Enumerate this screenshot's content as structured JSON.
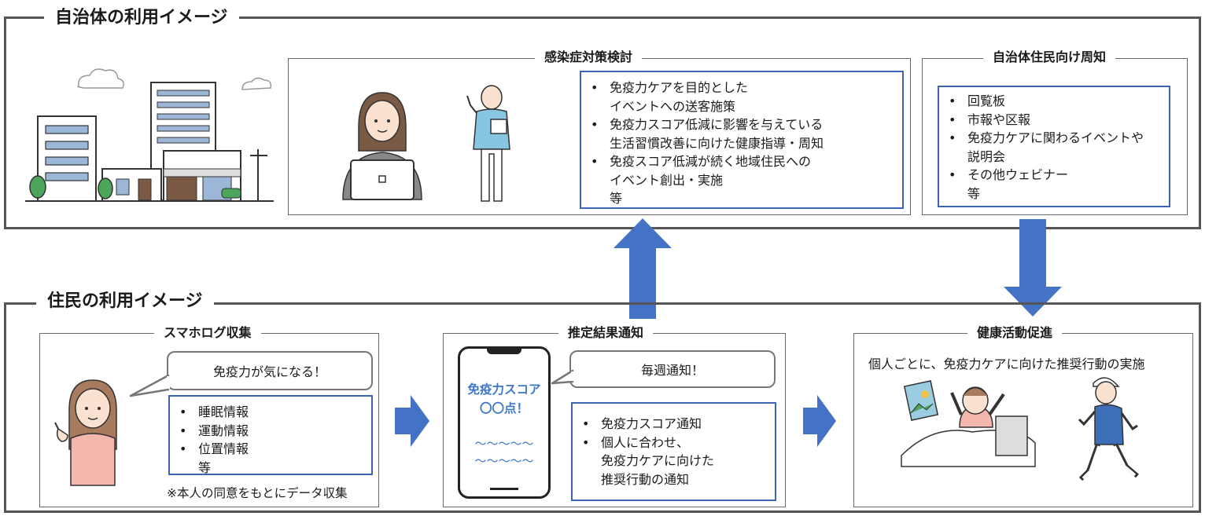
{
  "top_section": {
    "title": "自治体の利用イメージ",
    "countermeasures": {
      "title": "感染症対策検討",
      "items": [
        "免疫力ケアを目的とした\nイベントへの送客施策",
        "免疫力スコア低減に影響を与えている\n生活習慣改善に向けた健康指導・周知",
        "免疫スコア低減が続く地域住民への\nイベント創出・実施"
      ],
      "tail": "等"
    },
    "notice": {
      "title": "自治体住民向け周知",
      "items": [
        "回覧板",
        "市報や区報",
        "免疫力ケアに関わるイベントや\n説明会",
        "その他ウェビナー"
      ],
      "tail": "等"
    }
  },
  "bottom_section": {
    "title": "住民の利用イメージ",
    "collection": {
      "title": "スマホログ収集",
      "bubble": "免疫力が気になる！",
      "items": [
        "睡眠情報",
        "運動情報",
        "位置情報"
      ],
      "tail": "等",
      "note": "※本人の同意をもとにデータ収集"
    },
    "notification": {
      "title": "推定結果通知",
      "phone_line1": "免疫力スコア",
      "phone_line2": "〇〇点！",
      "phone_wave1": "～～～～～",
      "phone_wave2": "～～～～～",
      "bubble": "毎週通知！",
      "items": [
        "免疫力スコア通知",
        "個人に合わせ、\n免疫力ケアに向けた\n推奨行動の通知"
      ]
    },
    "promotion": {
      "title": "健康活動促進",
      "caption": "個人ごとに、免疫力ケアに向けた推奨行動の実施"
    }
  },
  "colors": {
    "frame": "#555555",
    "accent_blue": "#3d63b4",
    "arrow_blue": "#4472c4"
  },
  "icons": [
    "city-buildings-icon",
    "woman-laptop-icon",
    "doctor-clipboard-icon",
    "woman-pointing-icon",
    "smartphone-icon",
    "person-waking-icon",
    "jogger-icon"
  ]
}
